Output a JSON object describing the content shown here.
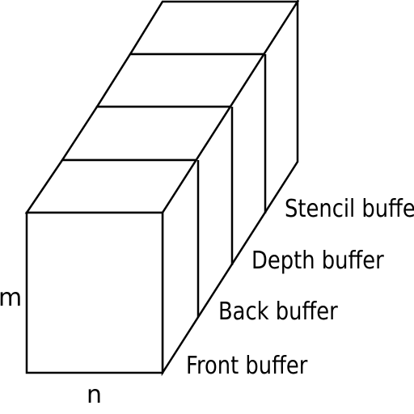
{
  "buffers": [
    {
      "label": "Front buffer"
    },
    {
      "label": "Back buffer"
    },
    {
      "label": "Depth buffer"
    },
    {
      "label": "Stencil buffer"
    }
  ],
  "dimensions": {
    "height_label": "m",
    "width_label": "n"
  }
}
